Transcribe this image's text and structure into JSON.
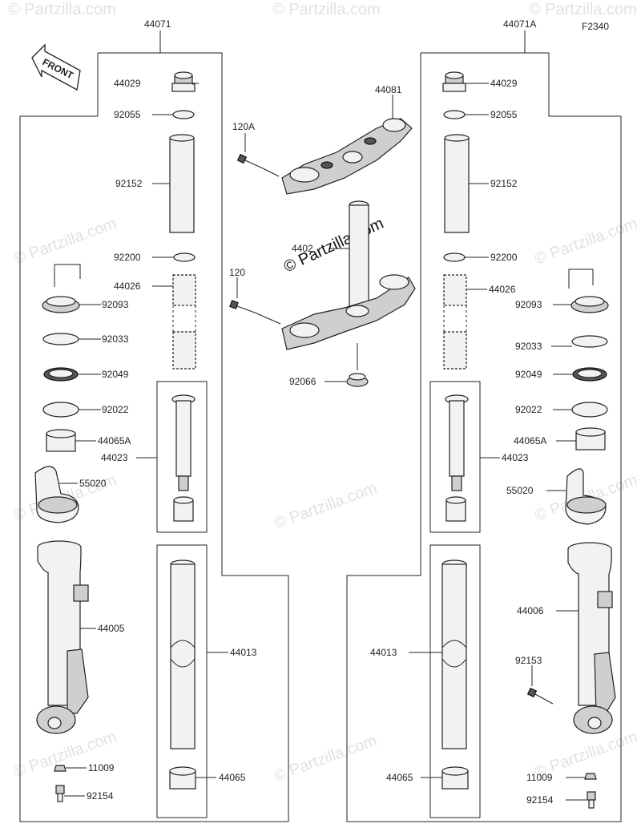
{
  "diagram_code": "F2340",
  "front_label": "FRONT",
  "watermark": "© Partzilla.com",
  "left_assembly": {
    "assembly_number": "44071",
    "parts": {
      "cap_bolt": "44029",
      "o_ring": "92055",
      "spacer_tube": "92152",
      "washer": "92200",
      "fork_spring": "44026",
      "dust_seal": "92093",
      "snap_ring": "92033",
      "oil_seal": "92049",
      "washer_lower": "92022",
      "bushing": "44065A",
      "cylinder": "44023",
      "fork_guard": "55020",
      "outer_tube": "44005",
      "inner_tube": "44013",
      "bushing_lower": "44065",
      "gasket": "11009",
      "socket_bolt": "92154"
    }
  },
  "right_assembly": {
    "assembly_number": "44071A",
    "parts": {
      "cap_bolt": "44029",
      "o_ring": "92055",
      "spacer_tube": "92152",
      "washer": "92200",
      "fork_spring": "44026",
      "dust_seal": "92093",
      "snap_ring": "92033",
      "oil_seal": "92049",
      "washer_lower": "92022",
      "bushing": "44065A",
      "cylinder": "44023",
      "fork_guard": "55020",
      "outer_tube": "44006",
      "inner_tube": "44013",
      "bushing_lower": "44065",
      "bolt": "92153",
      "gasket": "11009",
      "socket_bolt": "92154"
    }
  },
  "center": {
    "upper_bracket": "44081",
    "upper_bolt": "120A",
    "lower_bracket_partial": "4402",
    "lower_bolt": "120",
    "steering_cap": "92066"
  }
}
